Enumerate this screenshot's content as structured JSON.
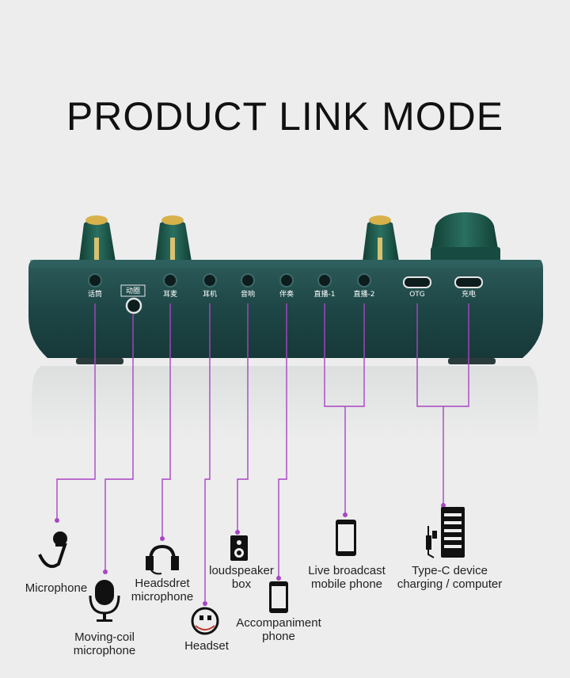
{
  "title": "PRODUCT LINK MODE",
  "ports": {
    "p1": "话筒",
    "p2": "动圈",
    "p3": "耳麦",
    "p4": "耳机",
    "p5": "音响",
    "p6": "伴奏",
    "p7": "直播-1",
    "p8": "直播-2",
    "p9": "OTG",
    "p10": "充电"
  },
  "devices": {
    "microphone": "Microphone",
    "moving_coil_1": "Moving-coil",
    "moving_coil_2": "microphone",
    "headset_mic_1": "Headsdret",
    "headset_mic_2": "microphone",
    "headset": "Headset",
    "speaker_1": "loudspeaker",
    "speaker_2": "box",
    "accomp_1": "Accompaniment",
    "accomp_2": "phone",
    "live_1": "Live broadcast",
    "live_2": "mobile phone",
    "typec_1": "Type-C device",
    "typec_2": "charging / computer"
  },
  "colors": {
    "background": "#ededed",
    "device_body": "#1f4a4a",
    "knob": "#1d5a4e",
    "knob_accent": "#d8b14a",
    "line": "#a845c4"
  }
}
